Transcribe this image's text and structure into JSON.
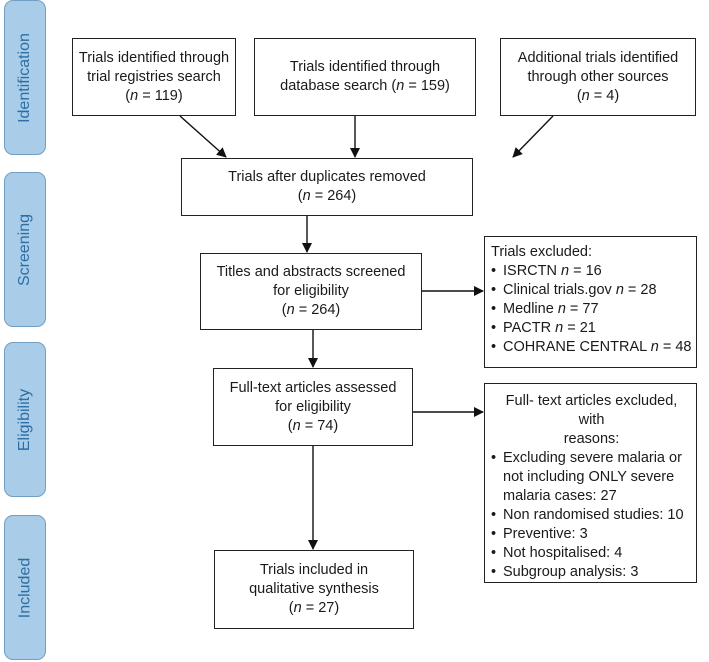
{
  "stages": {
    "identification": "Identification",
    "screening": "Screening",
    "eligibility": "Eligibility",
    "included": "Included"
  },
  "boxes": {
    "registries": {
      "lines": [
        "Trials identified through",
        "trial registries search"
      ],
      "n_prefix": "(",
      "n_var": "n",
      "n_value": " = 119)"
    },
    "database": {
      "lines": [
        "Trials identified through",
        "database search"
      ],
      "n_inline": " = 159)",
      "n_var": "n",
      "n_prefix": "("
    },
    "other": {
      "lines": [
        "Additional trials identified",
        "through other sources"
      ],
      "n_prefix": "(",
      "n_var": "n",
      "n_value": " = 4)"
    },
    "duplicates": {
      "lines": [
        "Trials after duplicates  removed"
      ],
      "n_prefix": "(",
      "n_var": "n",
      "n_value": " = 264)"
    },
    "screened": {
      "lines": [
        "Titles and abstracts screened",
        "for eligibility"
      ],
      "n_prefix": "(",
      "n_var": "n",
      "n_value": " = 264)"
    },
    "excluded_screening": {
      "title": "Trials excluded:",
      "items": [
        {
          "label": "ISRCTN ",
          "n_var": "n",
          "n_value": " = 16"
        },
        {
          "label": "Clinical trials.gov ",
          "n_var": "n",
          "n_value": " = 28"
        },
        {
          "label": "Medline ",
          "n_var": "n",
          "n_value": " = 77"
        },
        {
          "label": "PACTR ",
          "n_var": "n",
          "n_value": " = 21"
        },
        {
          "label": "COHRANE CENTRAL ",
          "n_var": "n",
          "n_value": " = 48"
        }
      ]
    },
    "fulltext": {
      "lines": [
        "Full-text articles assessed",
        "for eligibility"
      ],
      "n_prefix": "(",
      "n_var": "n",
      "n_value": " = 74)"
    },
    "excluded_fulltext": {
      "title_lines": [
        "Full- text articles excluded, with",
        "reasons:"
      ],
      "items": [
        "Excluding severe malaria or not including ONLY severe malaria cases: 27",
        "Non randomised studies: 10",
        "Preventive: 3",
        "Not hospitalised: 4",
        "Subgroup analysis: 3"
      ]
    },
    "included": {
      "lines": [
        "Trials included in",
        "qualitative synthesis"
      ],
      "n_prefix": "(",
      "n_var": "n",
      "n_value": " = 27)"
    }
  }
}
